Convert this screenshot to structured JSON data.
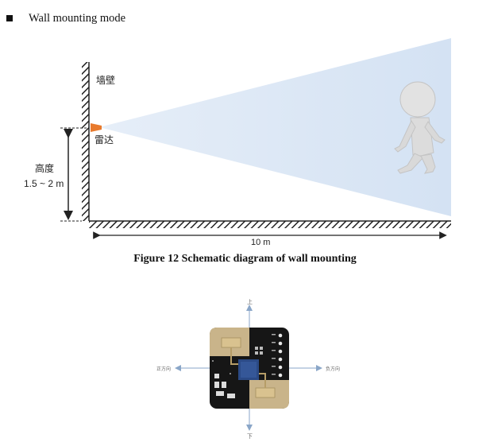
{
  "section": {
    "bullet_text": "Wall mounting mode"
  },
  "figure12": {
    "wall_label": "墙壁",
    "radar_label": "雷达",
    "height_label": "高度",
    "height_range": "1.5 ~ 2 m",
    "distance_label": "10 m",
    "caption": "Figure 12 Schematic diagram of wall mounting"
  },
  "module_diagram": {
    "up_label": "上",
    "down_label": "下",
    "left_label": "正方向",
    "right_label": "负方向"
  },
  "colors": {
    "beam": "#d7e4f4",
    "radar": "#e87a2d",
    "pcb": "#161616",
    "pad": "#c9b48a",
    "chip": "#2b4a86",
    "arrow": "#8aa6c8"
  }
}
